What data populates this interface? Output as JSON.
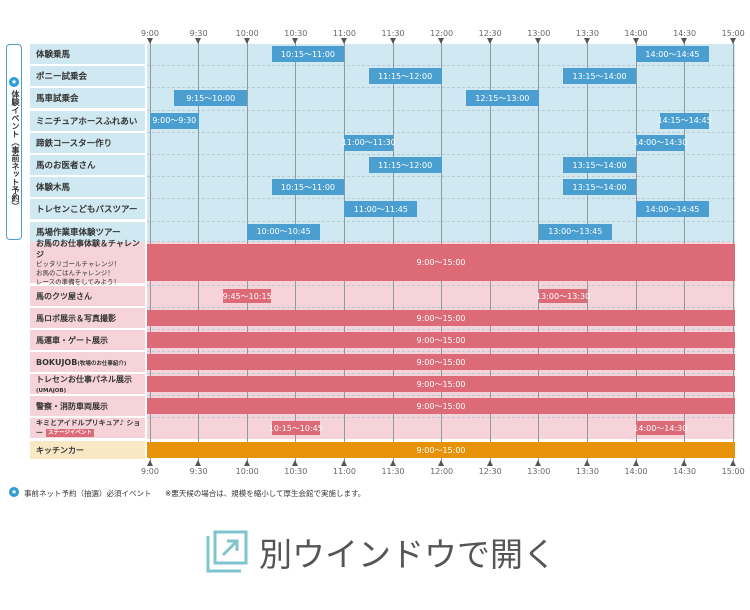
{
  "time_ticks": [
    "9:00",
    "9:30",
    "10:00",
    "10:30",
    "11:00",
    "11:30",
    "12:00",
    "12:30",
    "13:00",
    "13:30",
    "14:00",
    "14:30",
    "15:00"
  ],
  "group_label": "体験イベント（事前ネット予約）",
  "group_icon": "star-icon",
  "experience_rows": [
    {
      "label": "体験乗馬",
      "bars": [
        {
          "start": 10.25,
          "end": 11,
          "text": "10:15～11:00"
        },
        {
          "start": 14,
          "end": 14.75,
          "text": "14:00～14:45"
        }
      ]
    },
    {
      "label": "ポニー試乗会",
      "bars": [
        {
          "start": 11.25,
          "end": 12,
          "text": "11:15～12:00"
        },
        {
          "start": 13.25,
          "end": 14,
          "text": "13:15～14:00"
        }
      ]
    },
    {
      "label": "馬車試乗会",
      "bars": [
        {
          "start": 9.25,
          "end": 10,
          "text": "9:15～10:00"
        },
        {
          "start": 12.25,
          "end": 13,
          "text": "12:15～13:00"
        }
      ]
    },
    {
      "label": "ミニチュアホースふれあい",
      "bars": [
        {
          "start": 9,
          "end": 9.5,
          "text": "9:00～9:30"
        },
        {
          "start": 14.25,
          "end": 14.75,
          "text": "14:15～14:45"
        }
      ]
    },
    {
      "label": "蹄鉄コースター作り",
      "bars": [
        {
          "start": 11,
          "end": 11.5,
          "text": "11:00～11:30"
        },
        {
          "start": 14,
          "end": 14.5,
          "text": "14:00～14:30"
        }
      ]
    },
    {
      "label": "馬のお医者さん",
      "bars": [
        {
          "start": 11.25,
          "end": 12,
          "text": "11:15～12:00"
        },
        {
          "start": 13.25,
          "end": 14,
          "text": "13:15～14:00"
        }
      ]
    },
    {
      "label": "体験木馬",
      "bars": [
        {
          "start": 10.25,
          "end": 11,
          "text": "10:15～11:00"
        },
        {
          "start": 13.25,
          "end": 14,
          "text": "13:15～14:00"
        }
      ]
    },
    {
      "label": "トレセンこどもバスツアー",
      "bars": [
        {
          "start": 11,
          "end": 11.75,
          "text": "11:00～11:45"
        },
        {
          "start": 14,
          "end": 14.75,
          "text": "14:00～14:45"
        }
      ]
    },
    {
      "label": "馬場作業車体験ツアー",
      "bars": [
        {
          "start": 10,
          "end": 10.75,
          "text": "10:00～10:45"
        },
        {
          "start": 13,
          "end": 13.75,
          "text": "13:00～13:45"
        }
      ]
    }
  ],
  "free_rows": [
    {
      "label": "お馬のお仕事体験＆チャレンジ",
      "sub": [
        "ピッタリゴールチャレンジ！",
        "お馬のごはんチャレンジ！",
        "レースの準備をしてみよう！"
      ],
      "bars": [
        {
          "start": 9,
          "end": 15,
          "text": "9:00～15:00"
        }
      ]
    },
    {
      "label": "馬のクツ屋さん",
      "bars": [
        {
          "start": 9.75,
          "end": 10.25,
          "text": "9:45～10:15"
        },
        {
          "start": 13,
          "end": 13.5,
          "text": "13:00～13:30"
        }
      ]
    },
    {
      "label": "馬ロボ展示＆写真撮影",
      "bars": [
        {
          "start": 9,
          "end": 15,
          "text": "9:00～15:00"
        }
      ]
    },
    {
      "label": "馬運車・ゲート展示",
      "bars": [
        {
          "start": 9,
          "end": 15,
          "text": "9:00～15:00"
        }
      ]
    },
    {
      "label": "BOKUJOB",
      "suffix": "(牧場のお仕事紹介)",
      "bars": [
        {
          "start": 9,
          "end": 15,
          "text": "9:00～15:00"
        }
      ]
    },
    {
      "label": "トレセンお仕事パネル展示",
      "suffix": "(UMAJOB)",
      "bars": [
        {
          "start": 9,
          "end": 15,
          "text": "9:00～15:00"
        }
      ]
    },
    {
      "label": "警察・消防車両展示",
      "bars": [
        {
          "start": 9,
          "end": 15,
          "text": "9:00～15:00"
        }
      ]
    },
    {
      "label": "キミとアイドルプリキュア♪ ショー",
      "badge": "ステージイベント",
      "bars": [
        {
          "start": 10.25,
          "end": 10.75,
          "text": "10:15～10:45"
        },
        {
          "start": 14,
          "end": 14.5,
          "text": "14:00～14:30"
        }
      ]
    }
  ],
  "kitchen_row": {
    "label": "キッチンカー",
    "bars": [
      {
        "start": 9,
        "end": 15,
        "text": "9:00～15:00"
      }
    ]
  },
  "footnote": {
    "legend": "事前ネット予約（抽選）必須イベント",
    "note": "※悪天候の場合は、規模を縮小して厚生会館で実施します。"
  },
  "open_link": {
    "label": "別ウインドウで開く",
    "icon": "external-window-icon"
  },
  "colors": {
    "blue_bg": "#cfe8f1",
    "blue_bar": "#4a9fd0",
    "pink_bg": "#f5d3d8",
    "red_bar": "#dc6b77",
    "kitchen_bg": "#fae7c4",
    "kitchen_bar": "#e8920a"
  }
}
